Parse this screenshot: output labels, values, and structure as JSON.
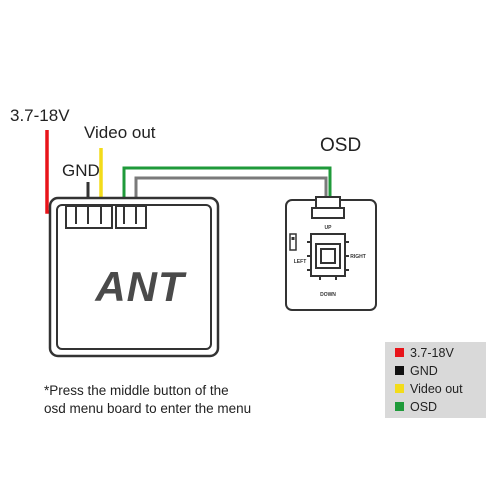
{
  "labels": {
    "power": "3.7-18V",
    "video_out": "Video out",
    "gnd": "GND",
    "osd": "OSD"
  },
  "main_board": {
    "logo": "ANT"
  },
  "osd_board": {
    "up": "UP",
    "down": "DOWN",
    "left": "LEFT",
    "right": "RIGHT"
  },
  "note": {
    "line1": "*Press the middle button of the",
    "line2": "osd menu board to enter the menu"
  },
  "legend": [
    {
      "label": "3.7-18V",
      "color": "#e8141a"
    },
    {
      "label": "GND",
      "color": "#111111"
    },
    {
      "label": "Video out",
      "color": "#f3dc1a"
    },
    {
      "label": "OSD",
      "color": "#1f9a3a"
    }
  ],
  "colors": {
    "power_wire": "#e8141a",
    "gnd_wire": "#333333",
    "video_wire": "#f3dc1a",
    "osd_wire_green": "#1f9a3a",
    "osd_wire_gray": "#7a7a7a",
    "board_outline": "#333333",
    "legend_bg": "#d9d9d9"
  }
}
